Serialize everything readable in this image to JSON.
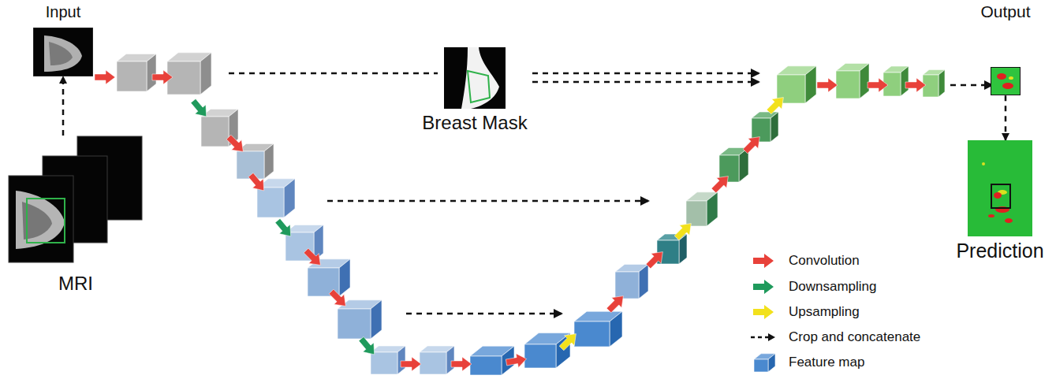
{
  "diagram": {
    "nodes": [
      {
        "text": [
          "Input"
        ]
      },
      {
        "text": [
          "MRI"
        ]
      },
      {
        "text": [
          "Breast Mask"
        ]
      },
      {
        "text": [
          "Output"
        ]
      },
      {
        "text": [
          "Prediction"
        ]
      }
    ],
    "edges": [
      {
        "from": 1,
        "to": 0,
        "arrow": "to"
      },
      {
        "from": 3,
        "to": 4,
        "arrow": "to"
      }
    ],
    "legend": [
      {
        "text": "Convolution",
        "color": "#e8413a"
      },
      {
        "text": "Downsampling",
        "color": "#1f9a5c"
      },
      {
        "text": "Upsampling",
        "color": "#f2e11c"
      },
      {
        "text": "Crop and concatenate"
      },
      {
        "text": "Feature map"
      }
    ]
  }
}
